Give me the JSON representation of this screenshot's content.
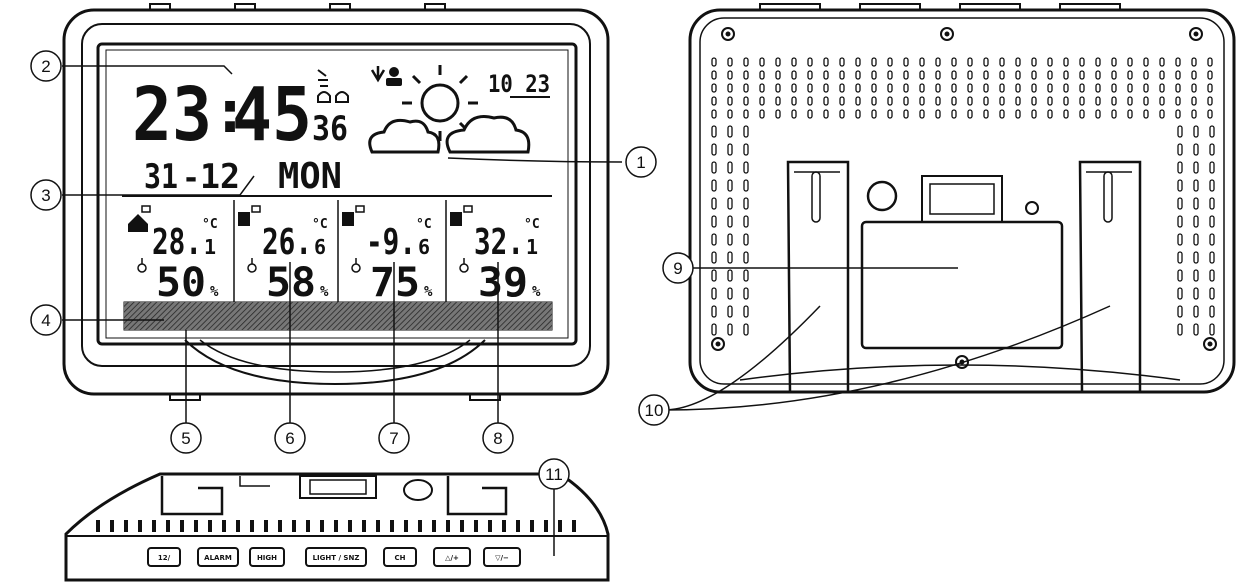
{
  "front": {
    "time_hour": "23",
    "time_colon": ":",
    "time_minute": "45",
    "seconds": "36",
    "date_day": "31",
    "date_month": "12",
    "weekday": "MON",
    "corner_date": "10 23",
    "units": {
      "temp": "°C",
      "humidity": "%"
    },
    "channels": [
      {
        "temp_int": "28.",
        "temp_dec": "1",
        "humidity": "50"
      },
      {
        "temp_int": "26.",
        "temp_dec": "6",
        "humidity": "58"
      },
      {
        "temp_int": "-9.",
        "temp_dec": "6",
        "humidity": "75"
      },
      {
        "temp_int": "32.",
        "temp_dec": "1",
        "humidity": "39"
      }
    ]
  },
  "callouts": [
    "1",
    "2",
    "3",
    "4",
    "5",
    "6",
    "7",
    "8",
    "9",
    "10",
    "11"
  ],
  "bottom_buttons": [
    "12/",
    "ALARM",
    "HIGH",
    "LIGHT / SNZ",
    "CH",
    "△/+",
    "▽/−"
  ],
  "icons": [
    "sun-cloud-weather-icon",
    "house-icon",
    "sensor-icon",
    "thermometer-icon",
    "trend-arrow-icon"
  ]
}
